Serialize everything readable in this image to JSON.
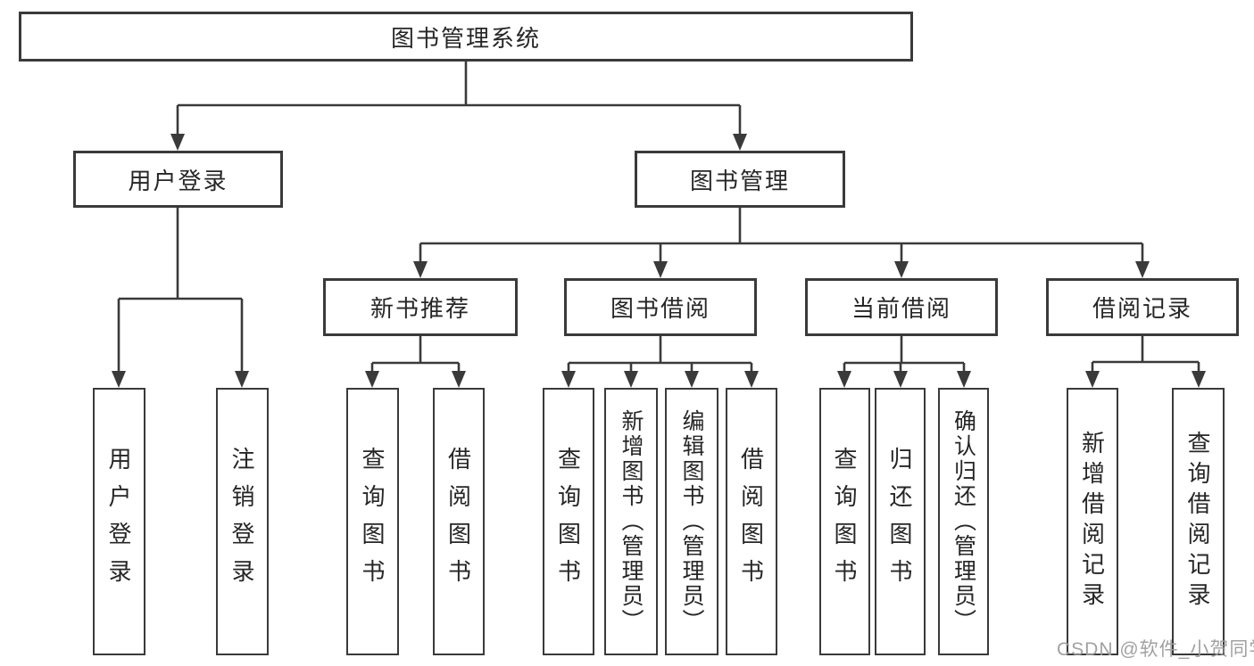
{
  "tree": {
    "root": {
      "label": "图书管理系统",
      "children": [
        {
          "label": "用户登录",
          "children": [
            {
              "label": "用户登录"
            },
            {
              "label": "注销登录"
            }
          ]
        },
        {
          "label": "图书管理",
          "children": [
            {
              "label": "新书推荐",
              "children": [
                {
                  "label": "查询图书"
                },
                {
                  "label": "借阅图书"
                }
              ]
            },
            {
              "label": "图书借阅",
              "children": [
                {
                  "label": "查询图书"
                },
                {
                  "label": "新增图书（管理员）"
                },
                {
                  "label": "编辑图书（管理员）"
                },
                {
                  "label": "借阅图书"
                }
              ]
            },
            {
              "label": "当前借阅",
              "children": [
                {
                  "label": "查询图书"
                },
                {
                  "label": "归还图书"
                },
                {
                  "label": "确认归还（管理员）"
                }
              ]
            },
            {
              "label": "借阅记录",
              "children": [
                {
                  "label": "新增借阅记录"
                },
                {
                  "label": "查询借阅记录"
                }
              ]
            }
          ]
        }
      ]
    }
  },
  "watermark": "CSDN @软件_小贺同学",
  "colors": {
    "line": "#3a3a3a",
    "text": "#262626",
    "background": "#ffffff",
    "watermark": "#9c9c9c"
  }
}
